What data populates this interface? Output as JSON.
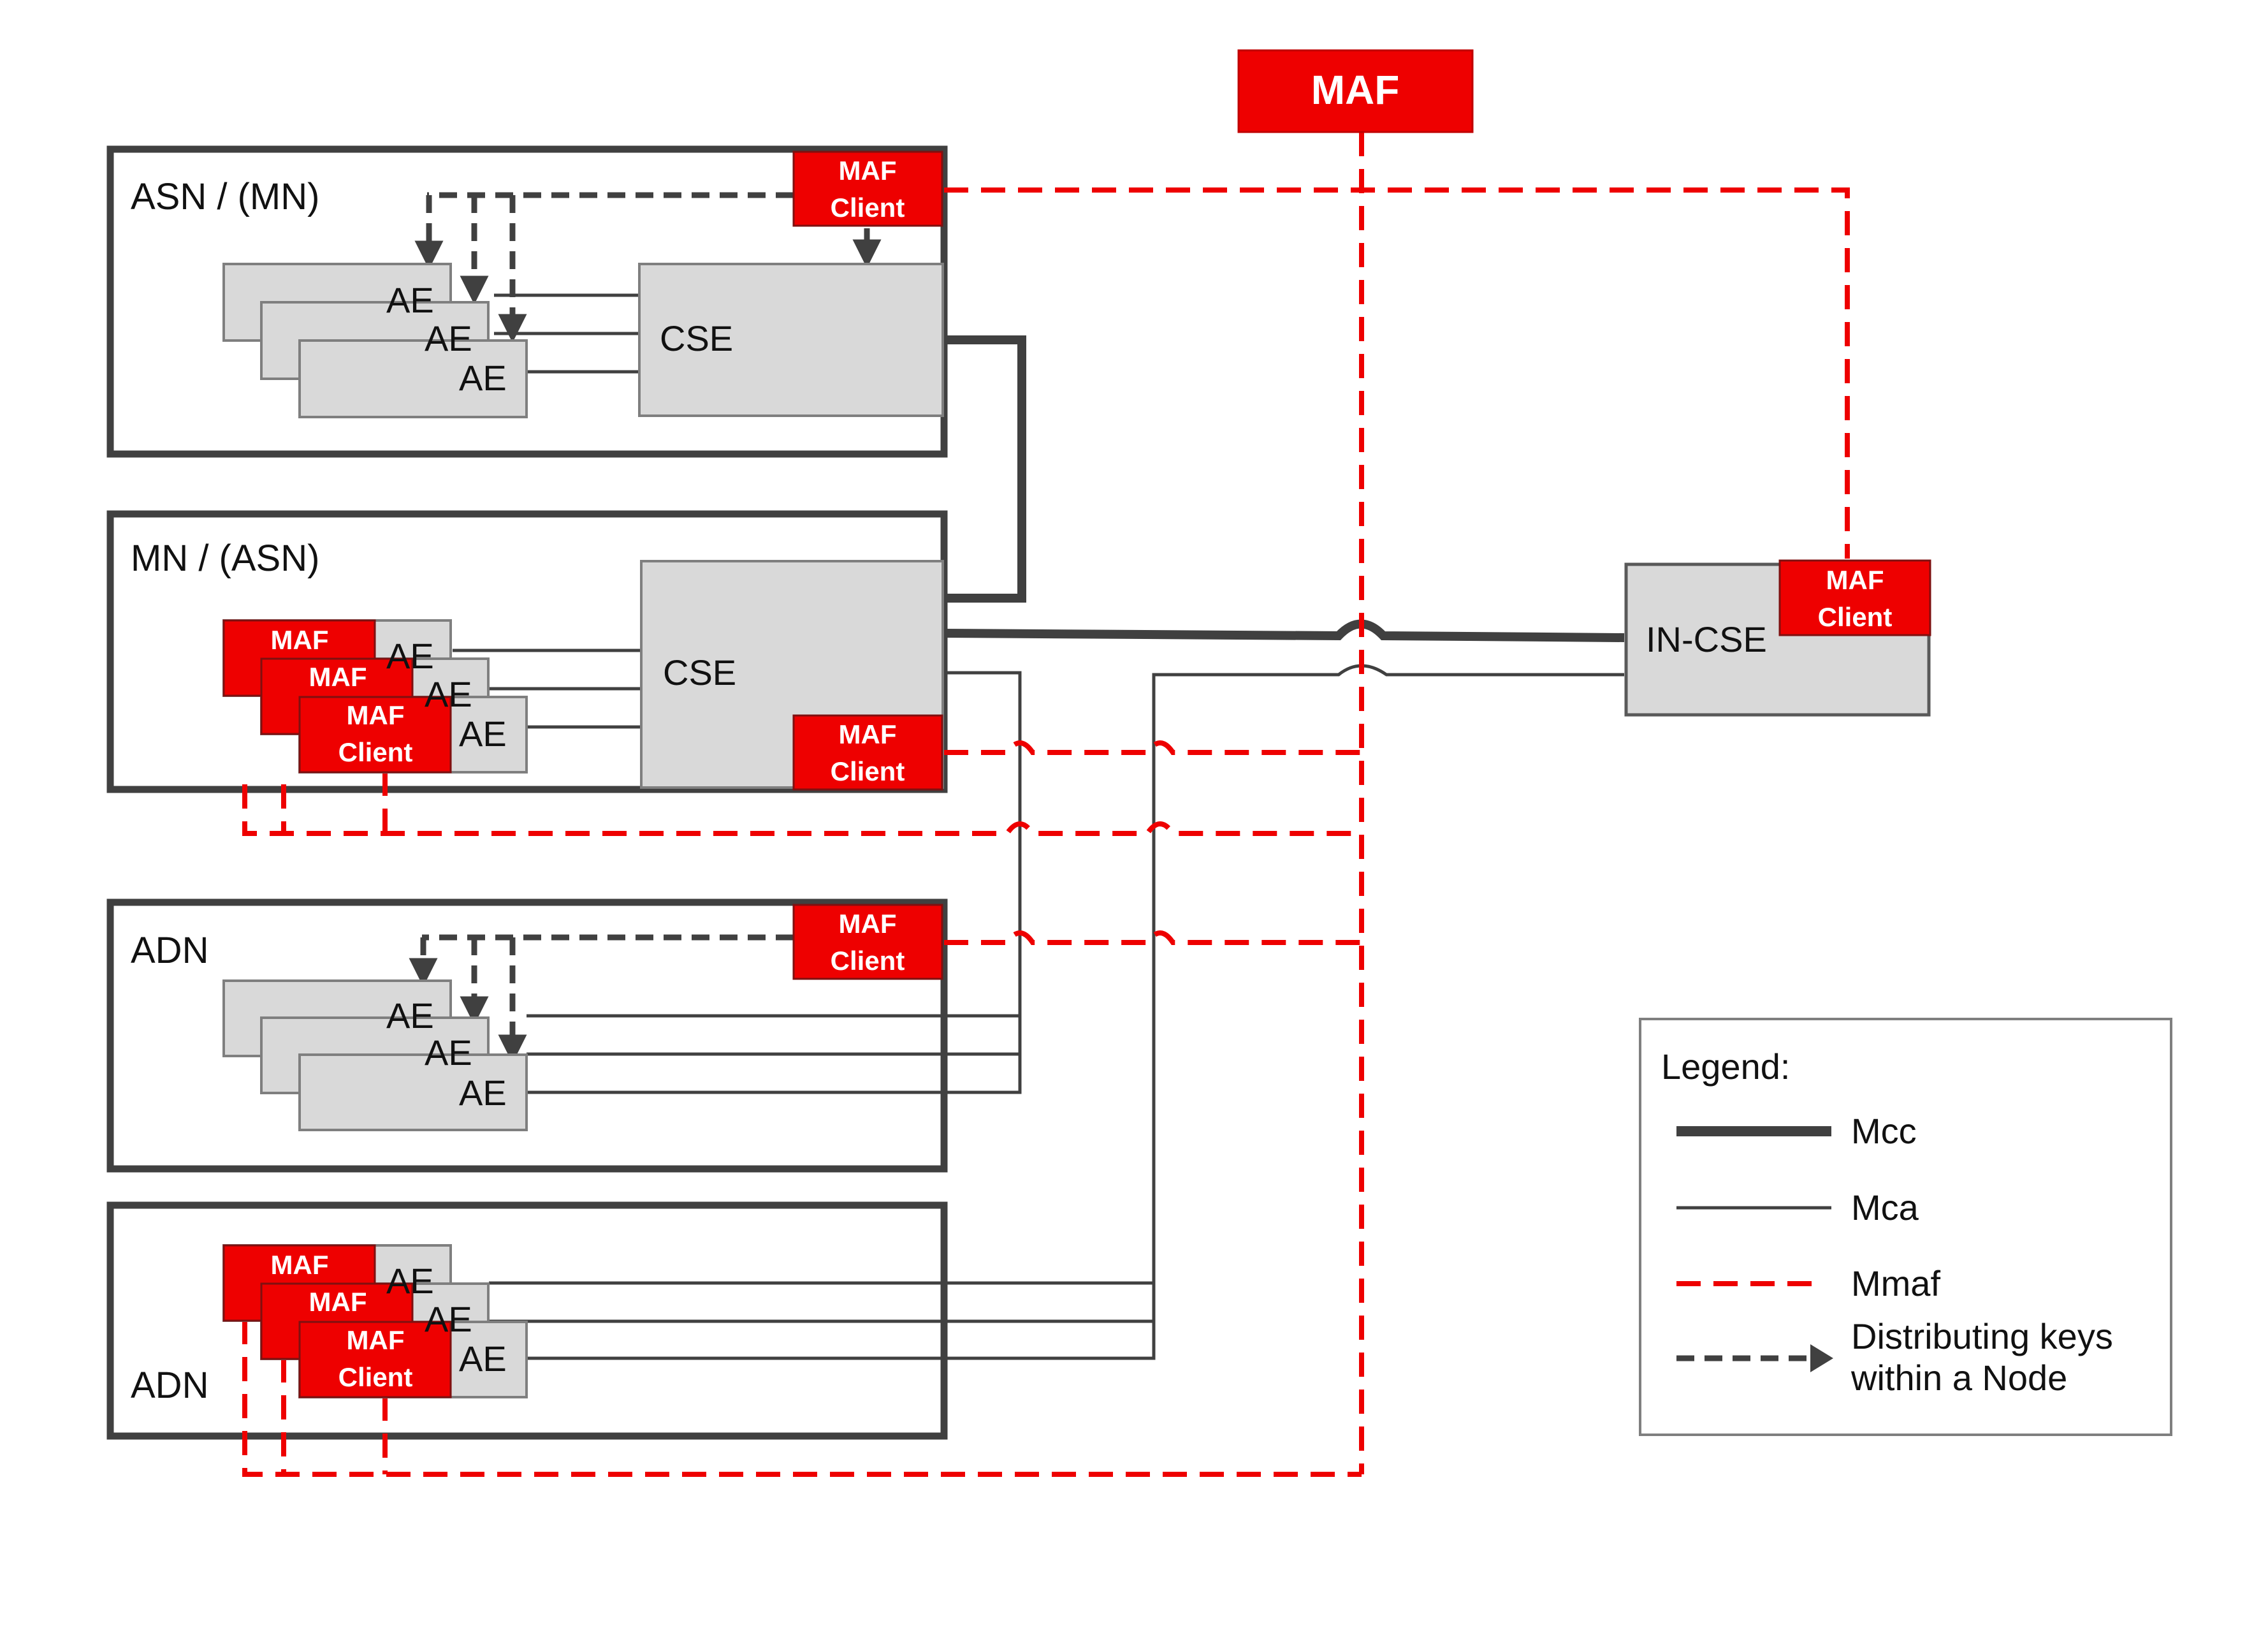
{
  "diagram": {
    "maf": {
      "label": "MAF"
    },
    "nodes": [
      {
        "label": "ASN / (MN)",
        "cse": "CSE",
        "maf_client": [
          "MAF",
          "Client"
        ],
        "ae": [
          "AE",
          "AE",
          "AE"
        ]
      },
      {
        "label": "MN / (ASN)",
        "cse": "CSE",
        "maf_client": [
          "MAF",
          "Client"
        ],
        "ae": [
          "AE",
          "AE",
          "AE"
        ],
        "ae_maf": [
          "MAF",
          "MAF",
          "MAF",
          "Client"
        ]
      },
      {
        "label": "ADN",
        "maf_client": [
          "MAF",
          "Client"
        ],
        "ae": [
          "AE",
          "AE",
          "AE"
        ]
      },
      {
        "label": "ADN",
        "ae": [
          "AE",
          "AE",
          "AE"
        ],
        "ae_maf": [
          "MAF",
          "MAF",
          "MAF",
          "Client"
        ]
      }
    ],
    "in_cse": {
      "label": "IN-CSE",
      "maf_client": [
        "MAF",
        "Client"
      ]
    },
    "legend": {
      "title": "Legend:",
      "items": [
        {
          "label": "Mcc",
          "style": "thick-solid"
        },
        {
          "label": "Mca",
          "style": "thin-solid"
        },
        {
          "label": "Mmaf",
          "style": "red-dashed"
        },
        {
          "label": "Distributing keys",
          "label2": "within a Node",
          "style": "dark-dashed-arrow"
        }
      ]
    },
    "colors": {
      "red": "#ee0000",
      "dark": "#404040",
      "box_fill": "#d9d9d9",
      "box_stroke": "#595959"
    }
  }
}
